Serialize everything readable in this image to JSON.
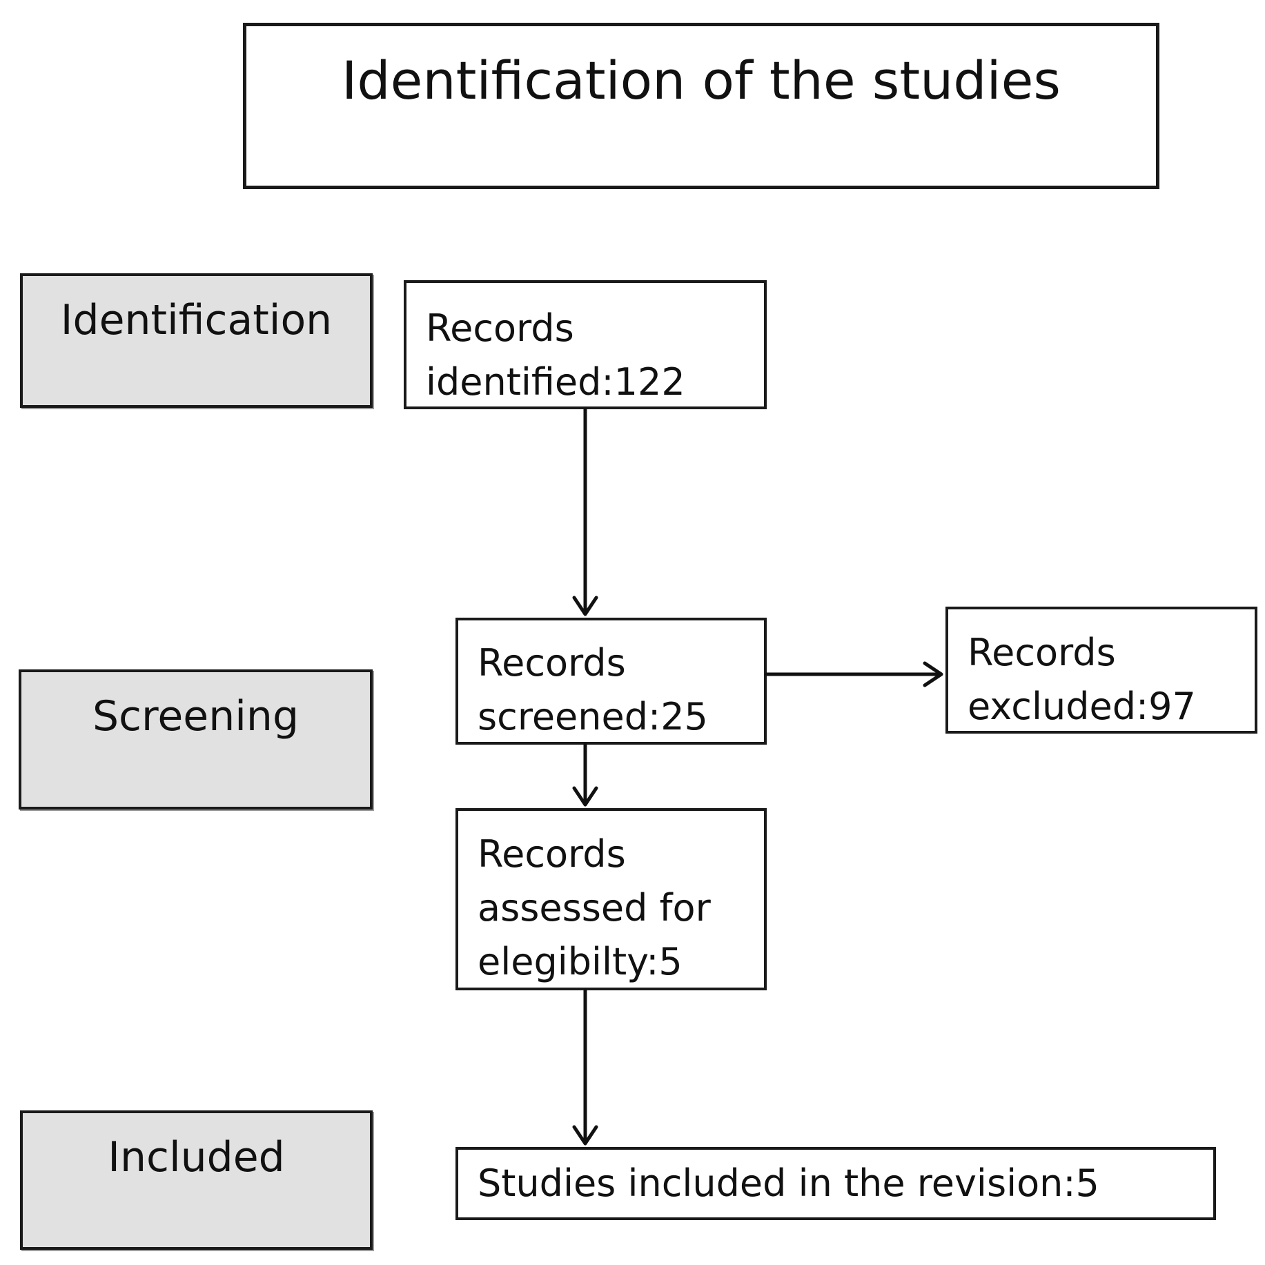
{
  "title": "Identification of the studies",
  "stages": {
    "identification": "Identification",
    "screening": "Screening",
    "included": "Included"
  },
  "nodes": {
    "identified": {
      "line1": "Records",
      "line2": "identified:122"
    },
    "screened": {
      "line1": "Records",
      "line2": "screened:25"
    },
    "excluded": {
      "line1": "Records",
      "line2": "excluded:97"
    },
    "assessed": {
      "line1": "Records",
      "line2": "assessed for",
      "line3": "elegibilty:5"
    },
    "included": {
      "line1": "Studies included in the revision:5"
    }
  },
  "colors": {
    "stage_fill": "#e1e1e1",
    "border": "#1a1a1a",
    "arrow": "#111111"
  }
}
